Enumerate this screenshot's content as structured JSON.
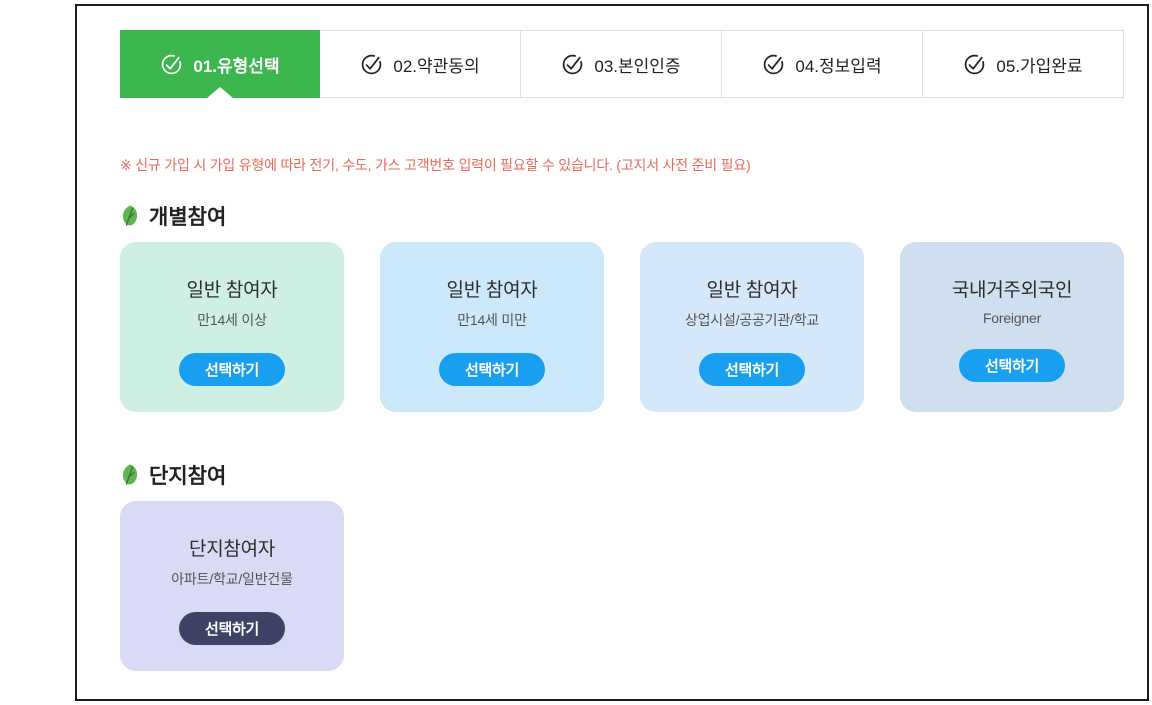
{
  "steps": [
    {
      "label": "01.유형선택",
      "active": true
    },
    {
      "label": "02.약관동의",
      "active": false
    },
    {
      "label": "03.본인인증",
      "active": false
    },
    {
      "label": "04.정보입력",
      "active": false
    },
    {
      "label": "05.가입완료",
      "active": false
    }
  ],
  "notice": "※ 신규 가입 시 가입 유형에 따라 전기, 수도, 가스 고객번호 입력이 필요할 수 있습니다. (고지서 사전 준비 필요)",
  "sections": [
    {
      "title": "개별참여",
      "cards": [
        {
          "title": "일반 참여자",
          "subtitle": "만14세 이상",
          "button_label": "선택하기",
          "bg": "#cdefe4",
          "button_bg": "#189ff0"
        },
        {
          "title": "일반 참여자",
          "subtitle": "만14세 미만",
          "button_label": "선택하기",
          "bg": "#cbe9fb",
          "button_bg": "#189ff0"
        },
        {
          "title": "일반 참여자",
          "subtitle": "상업시설/공공기관/학교",
          "button_label": "선택하기",
          "bg": "#d5e7fb",
          "button_bg": "#189ff0"
        },
        {
          "title": "국내거주외국인",
          "subtitle": "Foreigner",
          "button_label": "선택하기",
          "bg": "#cfdff0",
          "button_bg": "#189ff0"
        }
      ]
    },
    {
      "title": "단지참여",
      "cards": [
        {
          "title": "단지참여자",
          "subtitle": "아파트/학교/일반건물",
          "button_label": "선택하기",
          "bg": "#d9daf6",
          "button_bg": "#3e4366"
        }
      ]
    }
  ],
  "colors": {
    "active_step_bg": "#3cb64f",
    "notice_text": "#e96a5a",
    "leaf_green": "#5cb84e"
  }
}
